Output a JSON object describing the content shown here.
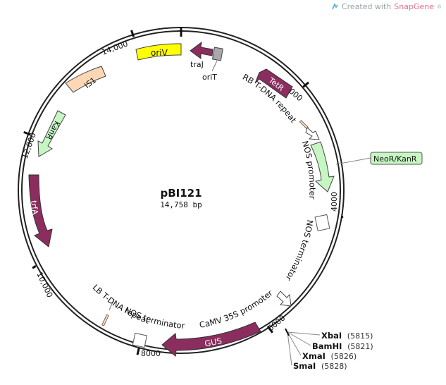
{
  "credit": {
    "prefix": "Created with ",
    "brand": "SnapGene",
    "mark": "®"
  },
  "plasmid": {
    "name": "pBI121",
    "length": "14,758 bp"
  },
  "ticks": [
    "2000",
    "4000",
    "6000",
    "8000",
    "10,000",
    "12,000",
    "14,000"
  ],
  "features": {
    "oriV": "oriV",
    "traJ": "traJ",
    "oriT": "oriT",
    "TetR": "TetR",
    "RB": "RB T-DNA repeat",
    "NOSpro": "NOS promoter",
    "NeoR": "NeoR/KanR",
    "NOSterm1": "NOS terminator",
    "CaMV": "CaMV 35S promoter",
    "GUS": "GUS",
    "NOSterm2": "NOS terminator",
    "LB": "LB T-DNA repeat",
    "trfA": "trfA",
    "KanR": "KanR",
    "IS1": "IS1"
  },
  "sites": [
    {
      "name": "XbaI",
      "pos": "(5815)"
    },
    {
      "name": "BamHI",
      "pos": "(5821)"
    },
    {
      "name": "XmaI",
      "pos": "(5826)"
    },
    {
      "name": "SmaI",
      "pos": "(5828)"
    }
  ],
  "colors": {
    "backbone": "#222222",
    "maroon": "#8b2d5e",
    "yellow": "#ffff00",
    "peach": "#fdd7b5",
    "green": "#c6f7c3",
    "gray": "#a9a9ad",
    "white": "#ffffff"
  }
}
